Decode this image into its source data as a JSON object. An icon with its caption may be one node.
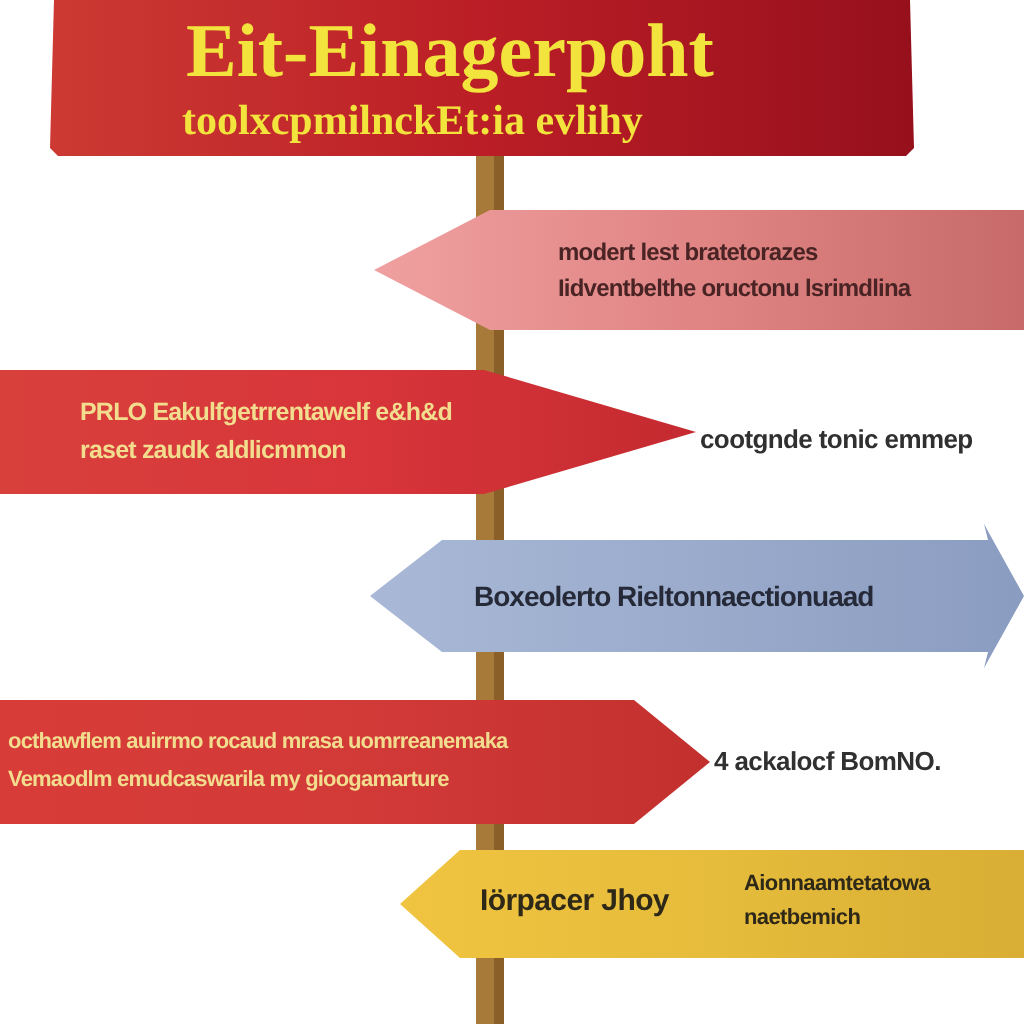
{
  "diagram": {
    "nodes": [
      {
        "text": [
          "Eit-Einagerpoht",
          "toolxcpmilnckEt:ia evlihy"
        ]
      },
      {
        "text": [
          "modert lest bratetorazes Iidventbelthe oructonu lsrimdlina"
        ]
      },
      {
        "text": [
          "PRLO Eakulfgetrrentawelf e&h&d raset zaudk aldlicmmon"
        ],
        "beside": [
          "cootgnde tonic emmep"
        ]
      },
      {
        "text": [
          "Boxeolerto Rieltonnaectionuaad"
        ]
      },
      {
        "text": [
          "octhawflem auirrmo rocaud mrasa uomrreanemaka Vemaodlm emudcaswarila my gioogamarture"
        ],
        "beside": [
          "4 ackalocf BomNO."
        ]
      },
      {
        "text": [
          "Iörpacer Jhoy",
          "Aionnaamtetatowa naetbemich"
        ]
      }
    ]
  }
}
